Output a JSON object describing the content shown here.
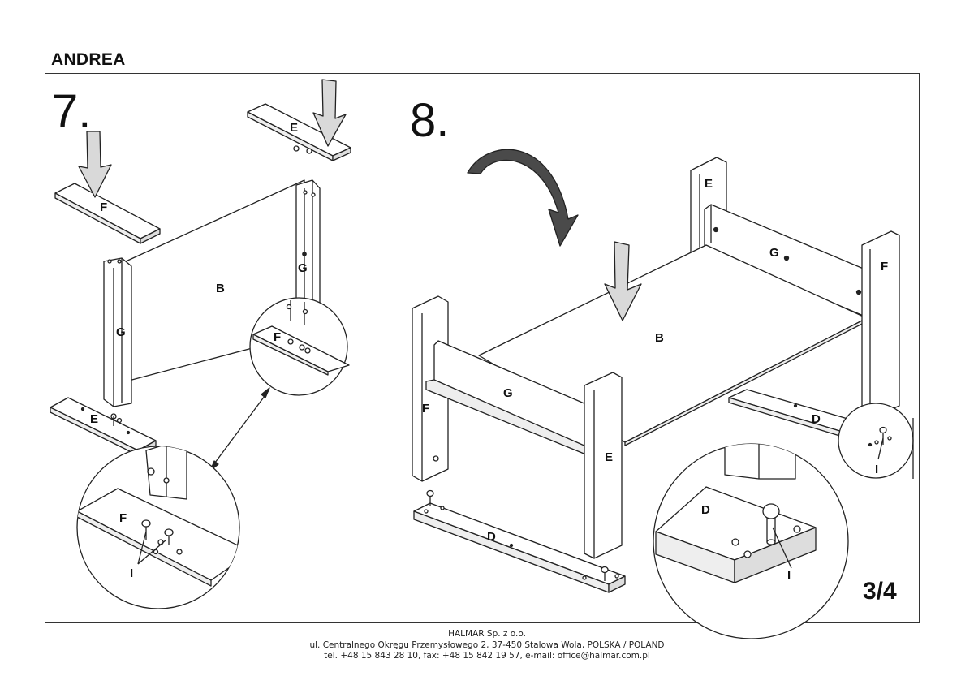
{
  "document": {
    "title": "ANDREA",
    "page_indicator": "3/4"
  },
  "steps": [
    {
      "number": "7.",
      "labels": {
        "panel_e": "E",
        "panel_f": "F",
        "panel_b": "B",
        "side_g_left": "G",
        "side_g_right": "G",
        "detail_f": "F",
        "base_e": "E",
        "zoom_f": "F",
        "zoom_i": "I"
      }
    },
    {
      "number": "8.",
      "labels": {
        "leg_e_back": "E",
        "rail_g_back": "G",
        "leg_f_right": "F",
        "panel_b": "B",
        "leg_f_left": "F",
        "rail_g_front": "G",
        "leg_e_front": "E",
        "base_d_right": "D",
        "circle_i_small": "I",
        "base_d_front": "D",
        "zoom_d": "D",
        "zoom_i": "I"
      }
    }
  ],
  "footer": {
    "company": "HALMAR Sp. z o.o.",
    "address": "ul. Centralnego Okręgu Przemysłowego 2, 37-450 Stalowa Wola, POLSKA / POLAND",
    "contact": "tel. +48 15 843 28 10, fax: +48 15 842 19 57, e-mail: office@halmar.com.pl"
  },
  "colors": {
    "line": "#222222",
    "arrow_fill": "#d9d9d9",
    "curved_arrow_fill": "#4a4a4a"
  }
}
